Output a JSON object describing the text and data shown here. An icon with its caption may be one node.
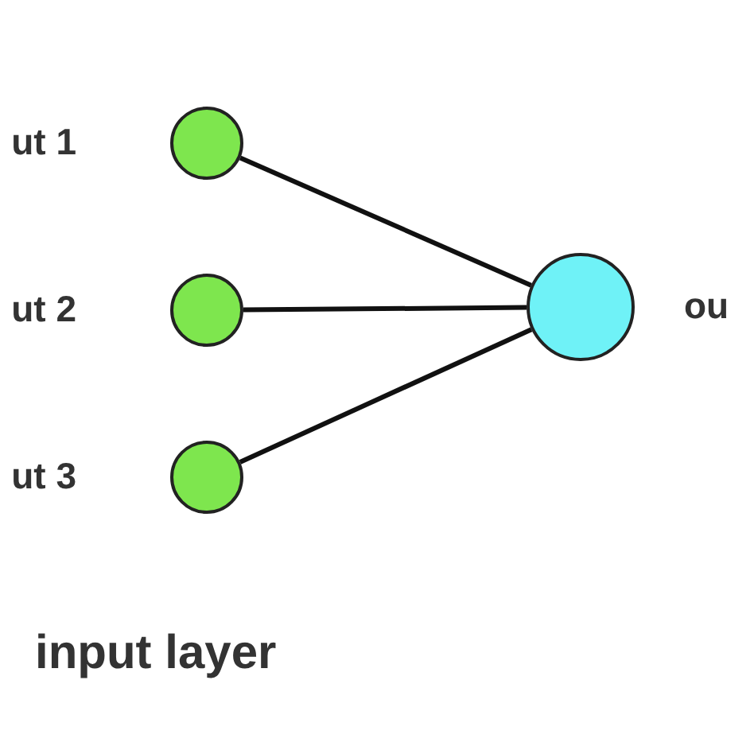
{
  "diagram": {
    "nodes": [
      {
        "text": [],
        "shape": "circle",
        "beside": [
          "ut 1"
        ]
      },
      {
        "text": [],
        "shape": "circle",
        "beside": [
          "ut 2"
        ]
      },
      {
        "text": [],
        "shape": "circle",
        "beside": [
          "ut 3"
        ]
      },
      {
        "text": [],
        "shape": "circle",
        "beside": [
          "ou"
        ]
      }
    ],
    "edges": [
      {
        "from": 0,
        "to": 3,
        "arrow": "none"
      },
      {
        "from": 1,
        "to": 3,
        "arrow": "none"
      },
      {
        "from": 2,
        "to": 3,
        "arrow": "none"
      }
    ],
    "labels": [
      "input layer"
    ]
  }
}
